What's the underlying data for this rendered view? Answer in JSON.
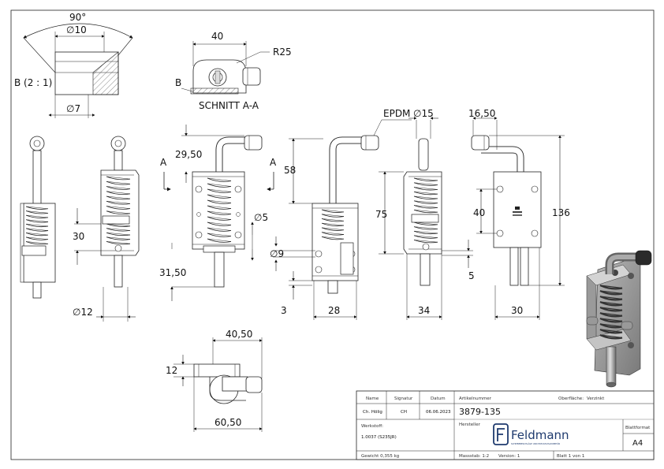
{
  "views": {
    "detail_b": {
      "label": "B (2 : 1)",
      "angle": "90°",
      "dia_top": "∅10",
      "dia_bottom": "∅7"
    },
    "section": {
      "width": "40",
      "radius": "R25",
      "marker": "B",
      "label": "SCHNITT A-A"
    },
    "front": {
      "section_mark_left": "A",
      "section_mark_right": "A",
      "dim_top": "29,50",
      "dim_spring": "30",
      "dim_bottom": "31,50",
      "dim_dia_side": "∅5",
      "dim_dia_pin": "∅12"
    },
    "side": {
      "dim_height": "58",
      "dim_hole": "∅9",
      "dim_offset": "3",
      "dim_width": "28",
      "material_label": "EPDM"
    },
    "side2": {
      "dim_dia": "∅15",
      "dim_height": "75",
      "dim_width": "34",
      "dim_offset": "5"
    },
    "back": {
      "dim_top": "16,50",
      "dim_holes": "40",
      "dim_total": "136",
      "dim_width": "30"
    },
    "bottom": {
      "dim_top": "40,50",
      "dim_height": "12",
      "dim_width": "60,50"
    }
  },
  "title_block": {
    "headers": {
      "name": "Name",
      "signatur": "Signatur",
      "datum": "Datum",
      "artikelnummer": "Artikelnummer",
      "oberflaeche": "Oberfläche:",
      "oberflaeche_value": "Verzinkt"
    },
    "row1": {
      "name": "Ch. Hölig",
      "signatur": "CH",
      "datum": "06.06.2023",
      "artikelnummer": "3879-135"
    },
    "werkstoff_label": "Werkstoff:",
    "werkstoff_value": "1.0037 (S235JR)",
    "hersteller_label": "Hersteller",
    "logo_text": "Feldmann",
    "logo_sub": "SCHIEBEBESCHLÄGE UND EDELSTAHLZUBEHÖR",
    "blattformat_label": "Blattformat",
    "blattformat_value": "A4",
    "gewicht": "Gewicht 0,355 kg",
    "massstab": "Massstab: 1:2",
    "version": "Version: 1",
    "blatt": "Blatt 1 von 1"
  },
  "colors": {
    "line": "#1a1a1a",
    "metal_dark": "#3a3a3a",
    "metal_mid": "#8a8a8a",
    "metal_light": "#c8c8c8",
    "logo": "#1e3a6e"
  }
}
